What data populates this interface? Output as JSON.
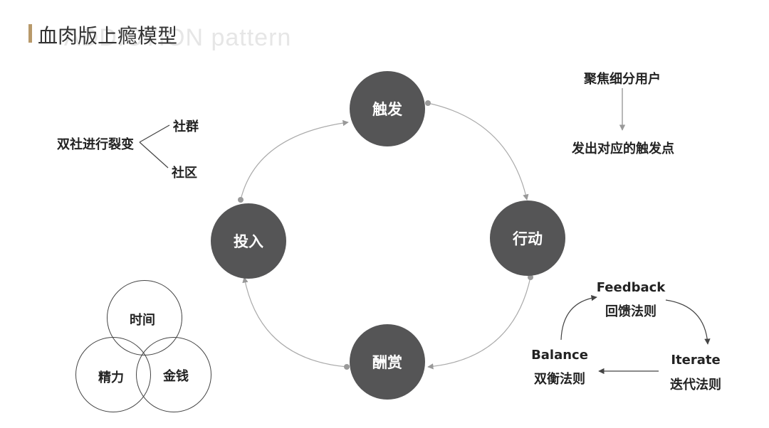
{
  "header": {
    "title": "血肉版上瘾模型",
    "subtitle": "ADDICTION pattern"
  },
  "cycle": {
    "trigger": "触发",
    "action": "行动",
    "reward": "酬赏",
    "investment": "投入"
  },
  "social": {
    "root": "双社进行裂变",
    "branch_1": "社群",
    "branch_2": "社区"
  },
  "trigger_flow": {
    "step_1": "聚焦细分用户",
    "step_2": "发出对应的触发点"
  },
  "venn": {
    "top": "时间",
    "left": "精力",
    "right": "金钱"
  },
  "feedback_loop": {
    "feedback_en": "Feedback",
    "feedback_cn": "回馈法则",
    "iterate_en": "Iterate",
    "iterate_cn": "迭代法则",
    "balance_en": "Balance",
    "balance_cn": "双衡法则"
  },
  "colors": {
    "node_fill": "#555556",
    "accent_bar": "#b8996a",
    "connector": "#aaaaaa"
  }
}
